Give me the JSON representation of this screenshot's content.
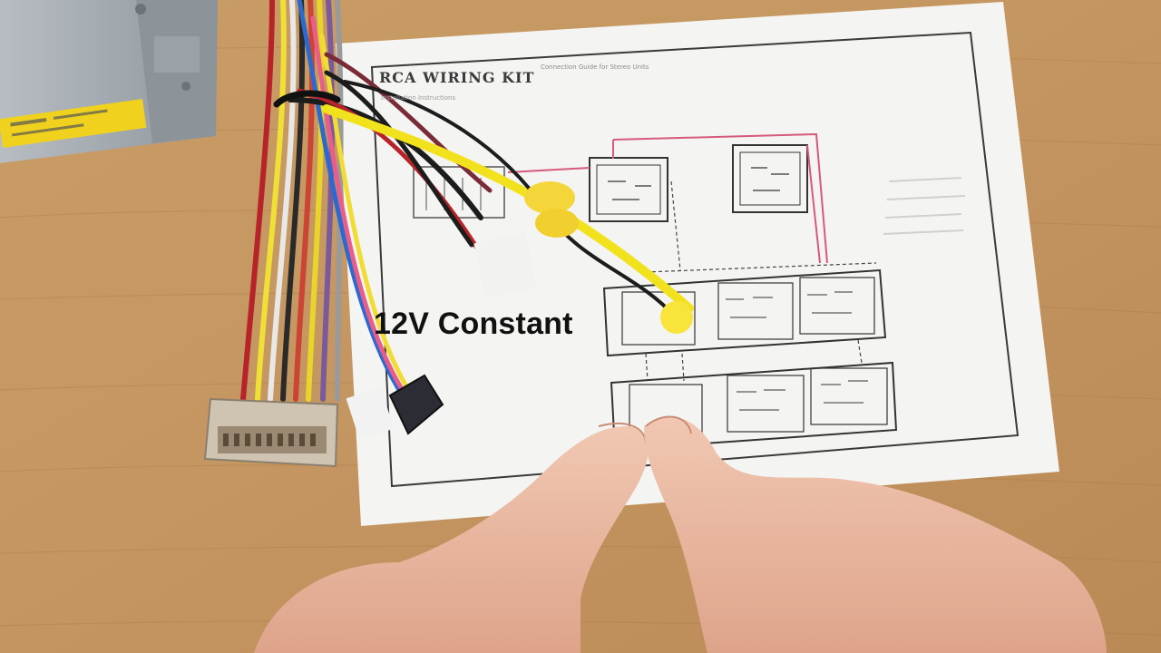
{
  "overlay": {
    "caption": "12V Constant"
  },
  "diagram_sheet": {
    "title": "RCA WIRING KIT",
    "subtitle": "Connection Guide for Stereo Units",
    "note": "Installation Instructions"
  },
  "colors": {
    "table": "#c79a63",
    "wire_yellow": "#f2e21e",
    "wire_red": "#b8232a",
    "wire_black": "#1c1c1c",
    "diagram_pink": "#d65a7a"
  }
}
